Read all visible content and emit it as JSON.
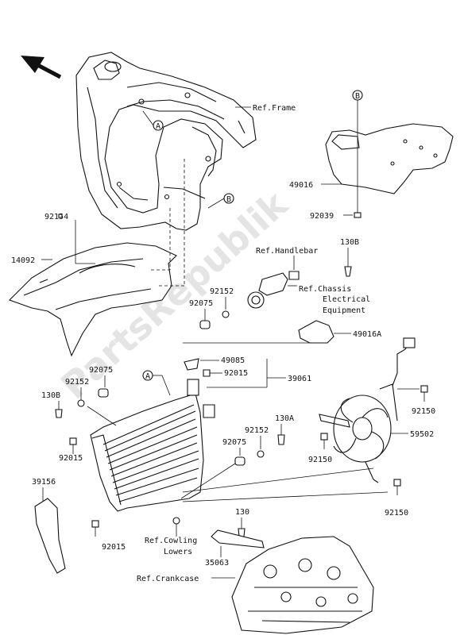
{
  "watermark": "PartsRepublik",
  "callouts": {
    "a": "A",
    "b": "B"
  },
  "parts": {
    "p92154": "92154",
    "p14092": "14092",
    "p49016": "49016",
    "p92039": "92039",
    "p130b_top": "130B",
    "p92152_top": "92152",
    "p92075_top": "92075",
    "p49016a": "49016A",
    "p49085": "49085",
    "p92015_top": "92015",
    "p39061": "39061",
    "p92075_left": "92075",
    "p92152_left": "92152",
    "p130b_left": "130B",
    "p92015_left": "92015",
    "p130a": "130A",
    "p92152_mid": "92152",
    "p92075_mid": "92075",
    "p92150_top": "92150",
    "p59502": "59502",
    "p92150_mid": "92150",
    "p92150_bot": "92150",
    "p39156": "39156",
    "p130": "130",
    "p92015_bot": "92015",
    "p35063": "35063"
  },
  "refs": {
    "frame": "Ref.Frame",
    "handlebar": "Ref.Handlebar",
    "chassis_1": "Ref.Chassis",
    "chassis_2": "Electrical",
    "chassis_3": "Equipment",
    "cowling_1": "Ref.Cowling",
    "cowling_2": "Lowers",
    "crankcase": "Ref.Crankcase"
  }
}
